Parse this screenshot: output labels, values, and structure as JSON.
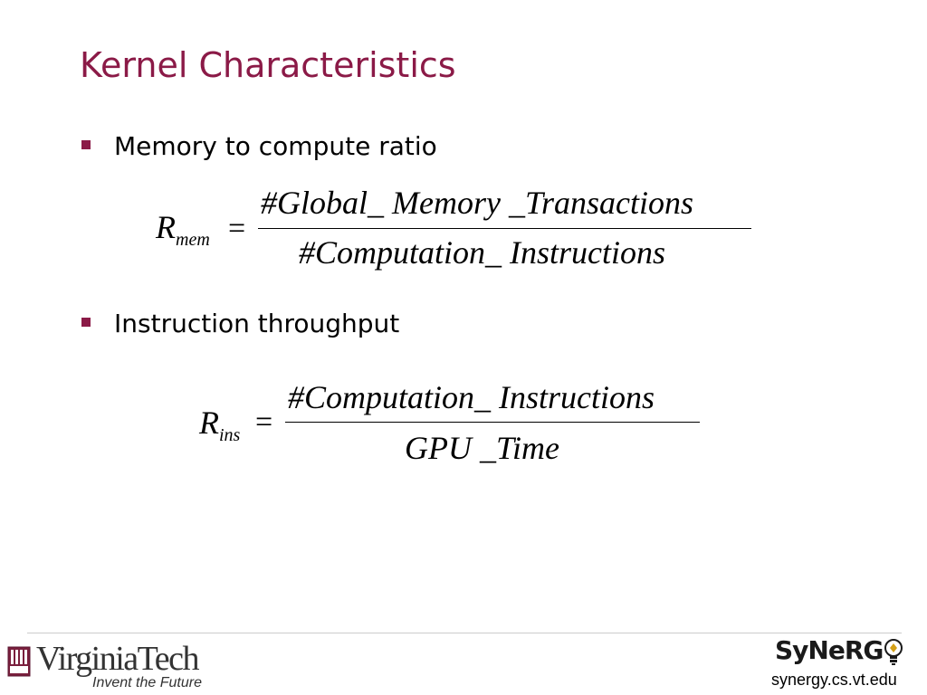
{
  "slide": {
    "title": "Kernel Characteristics",
    "accent_color": "#8b1a47",
    "bullets": [
      {
        "text": "Memory to compute ratio"
      },
      {
        "text": "Instruction throughput"
      }
    ],
    "equations": [
      {
        "lhs_symbol": "R",
        "lhs_subscript": "mem",
        "operator": "=",
        "numerator": "#Global_ Memory _Transactions",
        "denominator": "#Computation_ Instructions"
      },
      {
        "lhs_symbol": "R",
        "lhs_subscript": "ins",
        "operator": "=",
        "numerator": "#Computation_ Instructions",
        "denominator": "GPU _Time"
      }
    ]
  },
  "footer": {
    "left_logo": {
      "wordmark": "VirginiaTech",
      "tagline": "Invent the Future",
      "emblem_icon": "vt-shield-icon"
    },
    "right_logo": {
      "wordmark": "SyNeRG",
      "icon": "lightbulb-icon",
      "url": "synergy.cs.vt.edu"
    }
  }
}
